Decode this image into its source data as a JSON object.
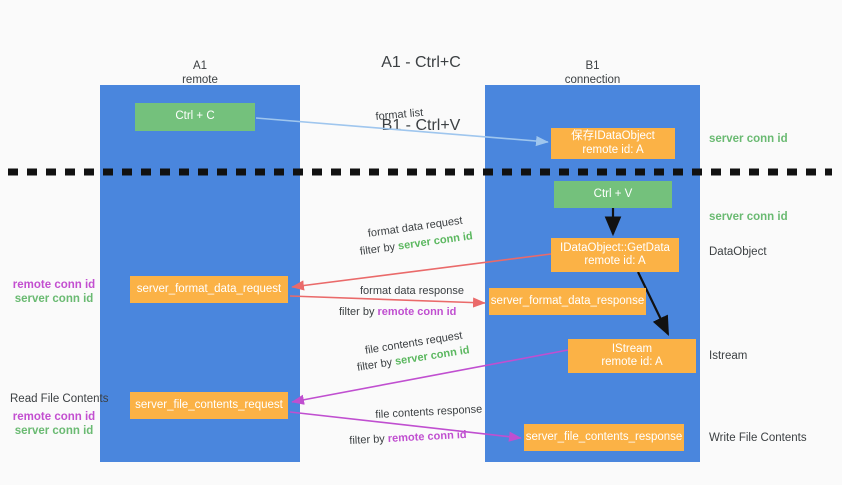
{
  "title": {
    "line1": "A1 - Ctrl+C",
    "line2": "B1 - Ctrl+V"
  },
  "columns": [
    {
      "name": "A1",
      "sub": "remote"
    },
    {
      "name": "B1",
      "sub": "connection"
    }
  ],
  "nodes": {
    "ctrl_c": {
      "label": "Ctrl + C"
    },
    "save_idataobject": {
      "line1": "保存IDataObject",
      "line2": "remote id: A"
    },
    "ctrl_v": {
      "label": "Ctrl + V"
    },
    "getdata": {
      "line1": "IDataObject::GetData",
      "line2": "remote id: A"
    },
    "server_format_data_request": {
      "label": "server_format_data_request"
    },
    "server_format_data_response": {
      "label": "server_format_data_response"
    },
    "istream": {
      "line1": "IStream",
      "line2": "remote id: A"
    },
    "server_file_contents_request": {
      "label": "server_file_contents_request"
    },
    "server_file_contents_response": {
      "label": "server_file_contents_response"
    }
  },
  "right_labels": {
    "server_conn_id_1": "server conn id",
    "server_conn_id_2": "server conn id",
    "dataobject": "DataObject",
    "istream": "Istream",
    "write_file_contents": "Write File Contents"
  },
  "left_labels": {
    "remote_conn_id_1": "remote conn id",
    "server_conn_id_1": "server conn id",
    "read_file_contents": "Read File Contents",
    "remote_conn_id_2": "remote conn id",
    "server_conn_id_2": "server conn id"
  },
  "edge_labels": {
    "format_list": "format list",
    "format_data_request": "format data request",
    "format_data_request_filter_prefix": "filter by ",
    "format_data_request_filter_value": "server conn id",
    "format_data_response": "format data response",
    "format_data_response_filter_prefix": "filter by ",
    "format_data_response_filter_value": "remote conn id",
    "file_contents_request": "file contents request",
    "file_contents_request_filter_prefix": "filter by ",
    "file_contents_request_filter_value": "server conn id",
    "file_contents_response": "file contents response",
    "file_contents_response_filter_prefix": "filter by ",
    "file_contents_response_filter_value": "remote conn id"
  },
  "colors": {
    "lane_blue": "#4a86dd",
    "node_green": "#74c17c",
    "node_orange": "#fbb246",
    "arrow_lightblue": "#9fc6ee",
    "arrow_red": "#ea6a6a",
    "arrow_purple": "#c04fd0",
    "arrow_black": "#000000",
    "text_green": "#6aba72",
    "text_purple": "#c34fd0",
    "background": "#fafafa"
  }
}
